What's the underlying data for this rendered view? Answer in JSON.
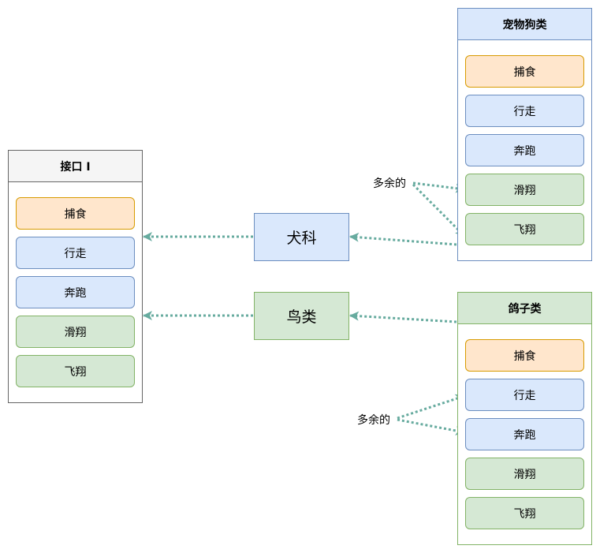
{
  "interface": {
    "title": "接口 I",
    "methods": [
      "捕食",
      "行走",
      "奔跑",
      "滑翔",
      "飞翔"
    ]
  },
  "canine": {
    "label": "犬科"
  },
  "bird": {
    "label": "鸟类"
  },
  "dog_class": {
    "title": "宠物狗类",
    "methods": [
      "捕食",
      "行走",
      "奔跑",
      "滑翔",
      "飞翔"
    ]
  },
  "pigeon_class": {
    "title": "鸽子类",
    "methods": [
      "捕食",
      "行走",
      "奔跑",
      "滑翔",
      "飞翔"
    ]
  },
  "notes": {
    "dog_redundant": "多余的",
    "pigeon_redundant": "多余的"
  },
  "colors": {
    "arrow": "#67AB9F",
    "orange_fill": "#ffe6cc",
    "blue_fill": "#dae8fc",
    "green_fill": "#d5e8d4",
    "gray_fill": "#f5f5f5"
  }
}
